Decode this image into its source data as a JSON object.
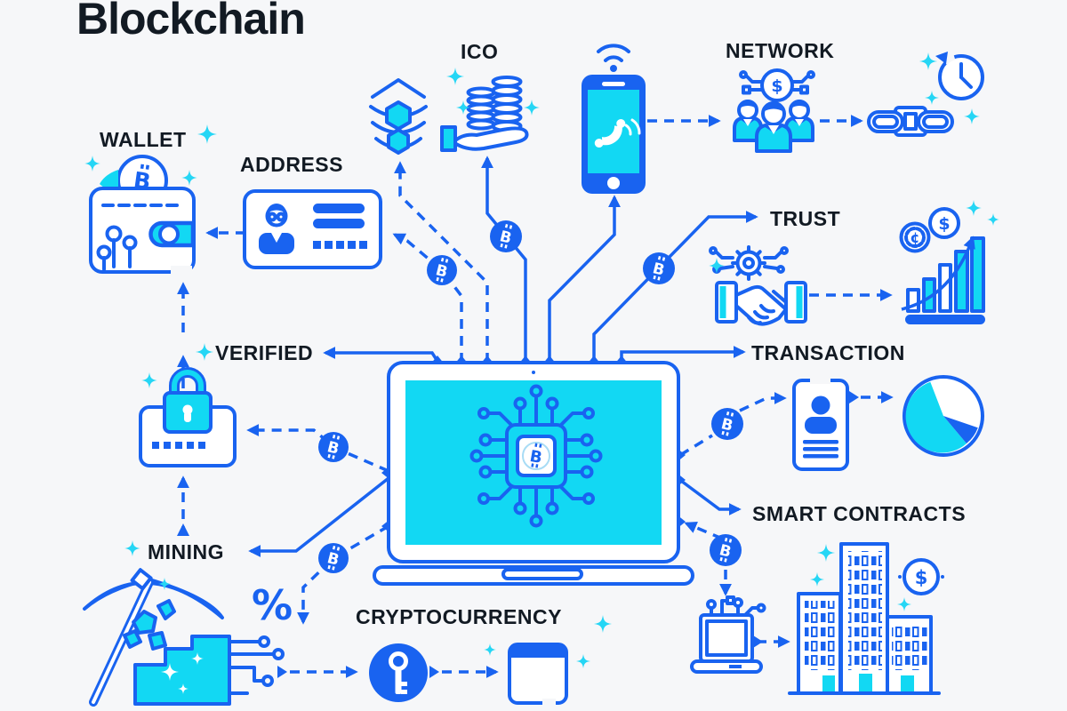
{
  "title": "Blockchain",
  "colors": {
    "background": "#f6f7f9",
    "primary_blue": "#1963f0",
    "cyan": "#12d8f3",
    "sparkle_cyan": "#25d6f5",
    "text_dark": "#121a23",
    "white": "#ffffff"
  },
  "labels": {
    "wallet": "WALLET",
    "address": "ADDRESS",
    "ico": "ICO",
    "network": "NETWORK",
    "trust": "TRUST",
    "verified": "VERIFIED",
    "transaction": "TRANSACTION",
    "mining": "MINING",
    "smart_contracts": "SMART CONTRACTS",
    "cryptocurrency": "CRYPTOCURRENCY"
  },
  "symbols": {
    "bitcoin": "B",
    "percent": "%",
    "dollar": "$",
    "cent": "¢"
  },
  "icons": [
    "wallet-icon",
    "bitcoin-coin-icon",
    "id-card-icon",
    "hexagon-stack-icon",
    "hand-coins-icon",
    "smartphone-icon",
    "wifi-icon",
    "phone-call-icon",
    "dollar-coin-icon",
    "people-group-icon",
    "chain-link-icon",
    "clock-history-icon",
    "gear-circuit-icon",
    "handshake-icon",
    "growth-chart-icon",
    "cent-coin-icon",
    "padlock-icon",
    "laptop-icon",
    "bitcoin-chip-icon",
    "bitcoin-badge-icon",
    "id-document-icon",
    "pie-chart-icon",
    "small-laptop-icon",
    "buildings-icon",
    "pickaxe-icon",
    "ore-block-icon",
    "percent-symbol",
    "key-icon",
    "ledger-icon",
    "sparkle-icon"
  ]
}
